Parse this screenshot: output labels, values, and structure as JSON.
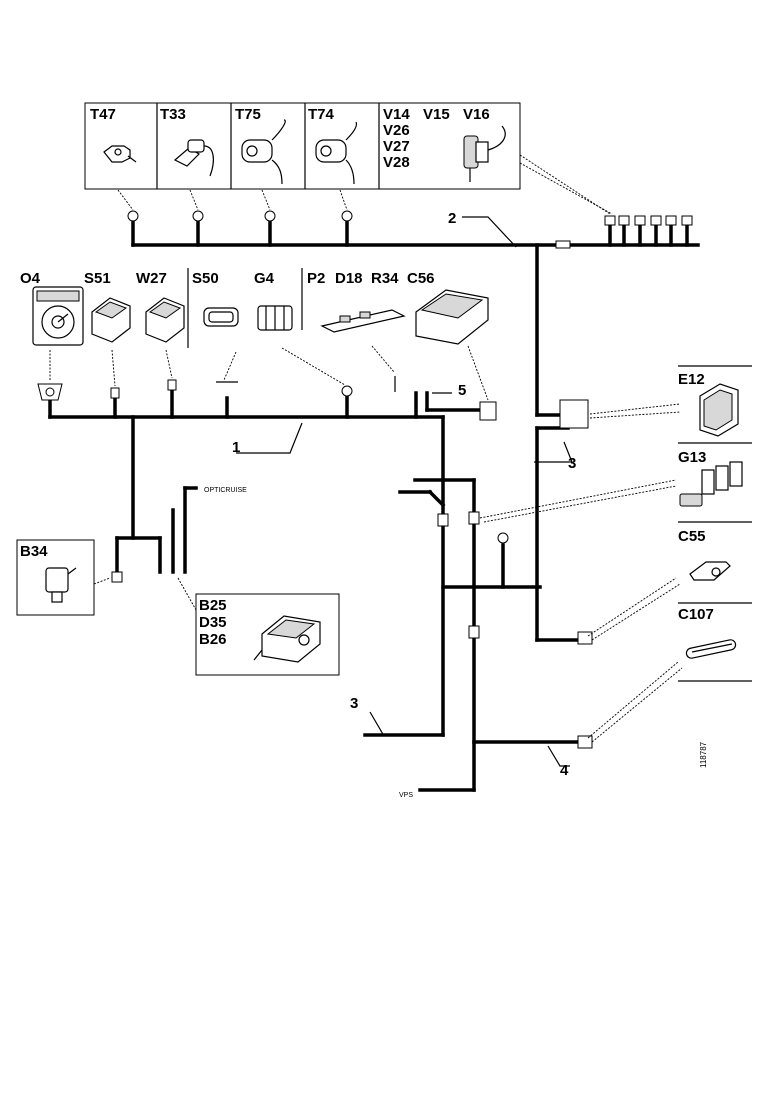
{
  "components": {
    "T47": "T47",
    "T33": "T33",
    "T75": "T75",
    "T74": "T74",
    "V14": "V14",
    "V15": "V15",
    "V16": "V16",
    "V26": "V26",
    "V27": "V27",
    "V28": "V28",
    "O4": "O4",
    "S51": "S51",
    "W27": "W27",
    "S50": "S50",
    "G4": "G4",
    "P2": "P2",
    "D18": "D18",
    "R34": "R34",
    "C56": "C56",
    "E12": "E12",
    "G13": "G13",
    "C55": "C55",
    "C107": "C107",
    "B34": "B34",
    "B25": "B25",
    "D35": "D35",
    "B26": "B26"
  },
  "harness_numbers": {
    "h1": "1",
    "h2": "2",
    "h3a": "3",
    "h3b": "3",
    "h4": "4",
    "h5": "5"
  },
  "small_labels": {
    "opticruise": "OPTICRUISE",
    "vps": "VPS"
  },
  "drawing_code": "118787"
}
